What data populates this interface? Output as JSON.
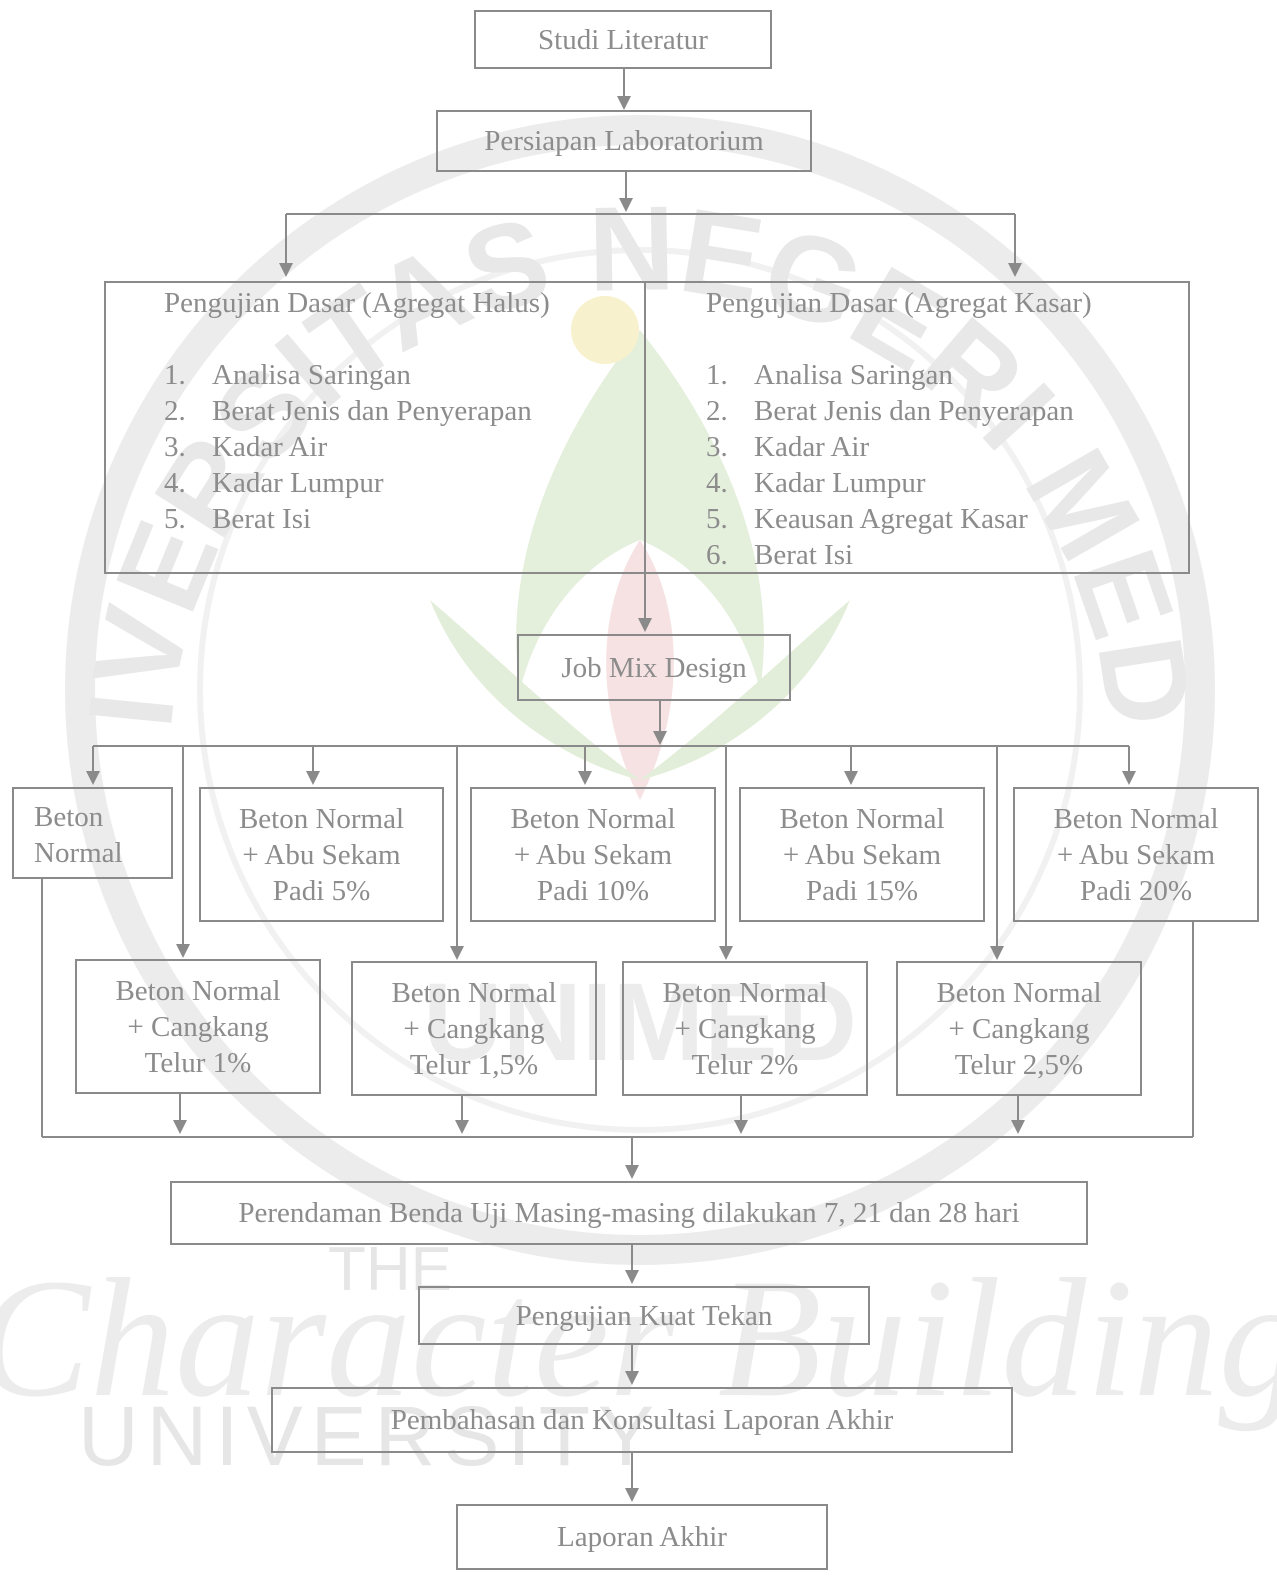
{
  "flowchart": {
    "studi_literatur": "Studi Literatur",
    "persiapan_lab": "Persiapan Laboratorium",
    "agregat_halus": {
      "title": "Pengujian Dasar (Agregat Halus)",
      "items": [
        {
          "num": "1.",
          "text": "Analisa Saringan"
        },
        {
          "num": "2.",
          "text": "Berat Jenis dan Penyerapan"
        },
        {
          "num": "3.",
          "text": "Kadar Air"
        },
        {
          "num": "4.",
          "text": "Kadar Lumpur"
        },
        {
          "num": "5.",
          "text": "Berat Isi"
        }
      ]
    },
    "agregat_kasar": {
      "title": "Pengujian Dasar (Agregat Kasar)",
      "items": [
        {
          "num": "1.",
          "text": "Analisa Saringan"
        },
        {
          "num": "2.",
          "text": "Berat Jenis dan Penyerapan"
        },
        {
          "num": "3.",
          "text": "Kadar Air"
        },
        {
          "num": "4.",
          "text": "Kadar Lumpur"
        },
        {
          "num": "5.",
          "text": "Keausan Agregat Kasar"
        },
        {
          "num": "6.",
          "text": "Berat Isi"
        }
      ]
    },
    "job_mix": "Job Mix Design",
    "beton_normal": {
      "l1": "Beton",
      "l2": "Normal"
    },
    "abu_sekam": [
      {
        "l1": "Beton Normal",
        "l2": "+ Abu Sekam",
        "l3": "Padi 5%"
      },
      {
        "l1": "Beton Normal",
        "l2": "+ Abu Sekam",
        "l3": "Padi 10%"
      },
      {
        "l1": "Beton Normal",
        "l2": "+ Abu Sekam",
        "l3": "Padi 15%"
      },
      {
        "l1": "Beton Normal",
        "l2": "+ Abu Sekam",
        "l3": "Padi 20%"
      }
    ],
    "cangkang": [
      {
        "l1": "Beton Normal",
        "l2": "+ Cangkang",
        "l3": "Telur 1%"
      },
      {
        "l1": "Beton Normal",
        "l2": "+ Cangkang",
        "l3": "Telur 1,5%"
      },
      {
        "l1": "Beton Normal",
        "l2": "+ Cangkang",
        "l3": "Telur 2%"
      },
      {
        "l1": "Beton Normal",
        "l2": "+ Cangkang",
        "l3": "Telur 2,5%"
      }
    ],
    "perendaman": "Perendaman Benda Uji Masing-masing dilakukan 7, 21 dan 28 hari",
    "kuat_tekan": "Pengujian Kuat Tekan",
    "pembahasan": "Pembahasan dan Konsultasi Laporan Akhir",
    "laporan_akhir": "Laporan Akhir"
  },
  "watermark": {
    "arc_text": "UNIVERSITAS NEGERI MEDAN",
    "center_text": "UNIMED",
    "line1": "THE",
    "line2": "Character Building",
    "line3": "UNIVERSITY"
  },
  "colors": {
    "box_border": "#8a8a8a",
    "text": "#8c8c8c",
    "watermark_gray": "#e6e6e6",
    "watermark_green": "#dcebd2",
    "watermark_yellow": "#f7f0c6",
    "watermark_red": "#f4dada"
  }
}
